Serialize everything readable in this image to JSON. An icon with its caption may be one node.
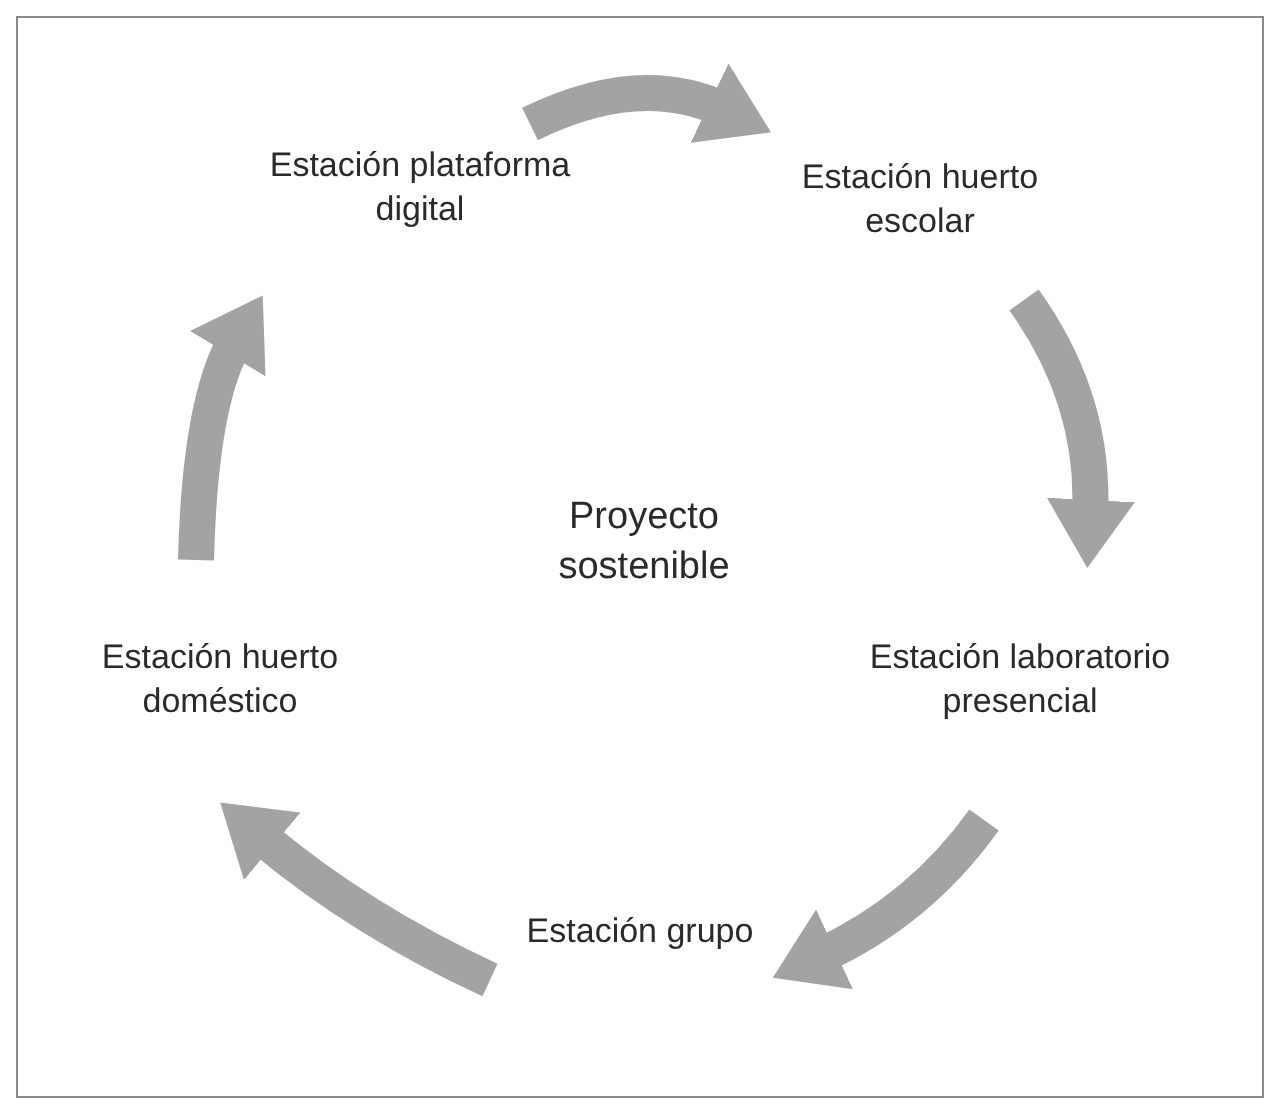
{
  "diagram": {
    "nodes": [
      {
        "text": [
          "Estación plataforma digital"
        ]
      },
      {
        "text": [
          "Estación huerto escolar"
        ]
      },
      {
        "text": [
          "Estación laboratorio presencial"
        ]
      },
      {
        "text": [
          "Estación grupo"
        ]
      },
      {
        "text": [
          "Estación huerto doméstico"
        ]
      }
    ],
    "edges": [
      {
        "from": 0,
        "to": 1,
        "arrow": "to"
      },
      {
        "from": 1,
        "to": 2,
        "arrow": "to"
      },
      {
        "from": 2,
        "to": 3,
        "arrow": "to"
      },
      {
        "from": 3,
        "to": 4,
        "arrow": "to"
      },
      {
        "from": 4,
        "to": 0,
        "arrow": "to"
      }
    ],
    "labels": [
      "Proyecto sostenible"
    ]
  }
}
